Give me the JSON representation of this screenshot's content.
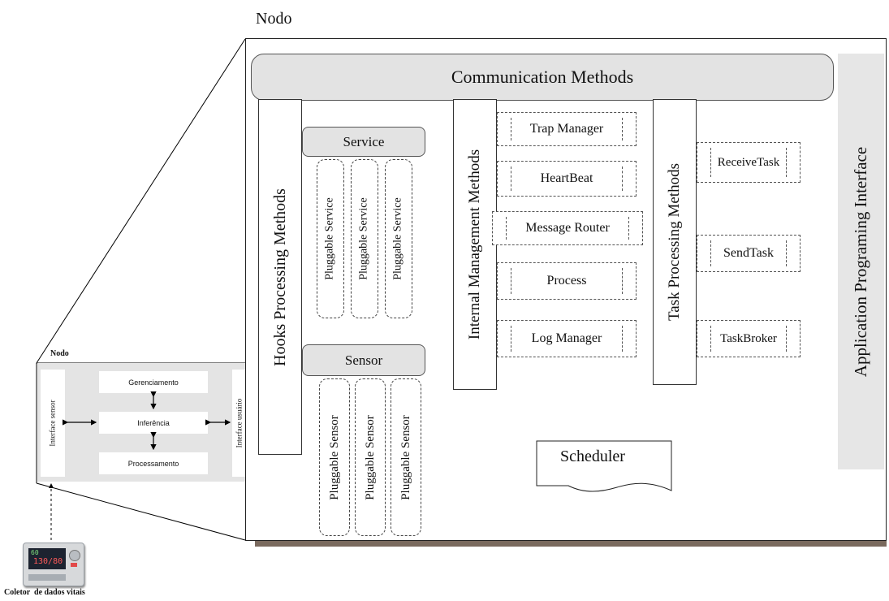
{
  "node_title": "Nodo",
  "communication": "Communication Methods",
  "api": "Application Programing Interface",
  "hooks": "Hooks Processing Methods",
  "service": {
    "header": "Service",
    "items": [
      "Pluggable Service",
      "Pluggable Service",
      "Pluggable Service"
    ]
  },
  "sensor": {
    "header": "Sensor",
    "items": [
      "Pluggable Sensor",
      "Pluggable Sensor",
      "Pluggable Sensor"
    ]
  },
  "internal": "Internal Management Methods",
  "internal_items": [
    "Trap Manager",
    "HeartBeat",
    "Message Router",
    "Process",
    "Log Manager"
  ],
  "task": "Task Processing Methods",
  "task_items": [
    "ReceiveTask",
    "SendTask",
    "TaskBroker"
  ],
  "scheduler": "Scheduler",
  "small_node": {
    "title": "Nodo",
    "interface_sensor": "Interface sensor",
    "interface_user": "Interface usuário",
    "gerenciamento": "Gerenciamento",
    "inferencia": "Inferência",
    "processamento": "Processamento"
  },
  "device": {
    "display_top": "60",
    "display_main": "130/80",
    "caption": "Coletor  de dados vitais"
  }
}
